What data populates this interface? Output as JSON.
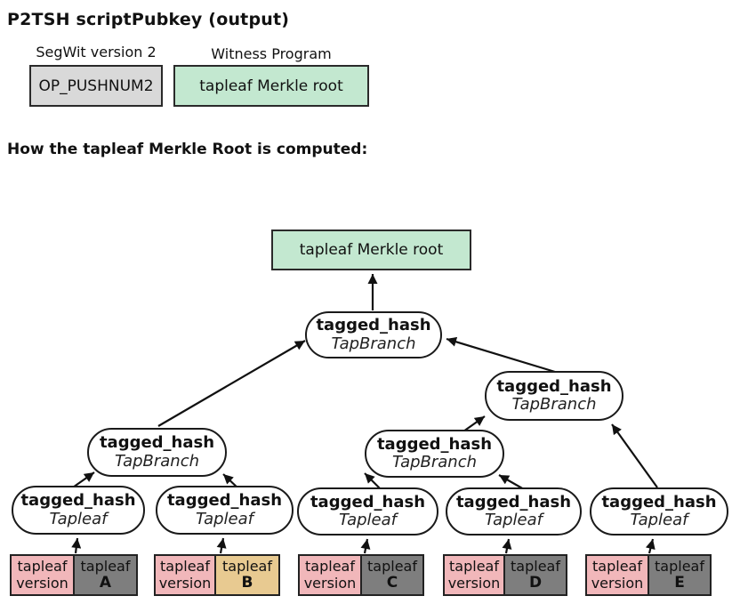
{
  "colors": {
    "outline": "#1a1a1a",
    "field_gray": "#d9d9d9",
    "merkle_green": "#c3e8d0",
    "version_pink": "#f1b7ba",
    "script_gray": "#7e7e7e",
    "script_tan": "#e8ca91"
  },
  "header": {
    "title": "P2TSH scriptPubkey (output)",
    "segwit": {
      "label": "SegWit version 2",
      "value": "OP_PUSHNUM2"
    },
    "witness": {
      "label": "Witness Program",
      "value": "tapleaf Merkle root"
    }
  },
  "section": {
    "heading": "How the tapleaf Merkle Root is computed:"
  },
  "tree": {
    "root_label": "tapleaf Merkle root",
    "branches": [
      {
        "pos": "top",
        "fn": "tagged_hash",
        "tag": "TapBranch"
      },
      {
        "pos": "left",
        "fn": "tagged_hash",
        "tag": "TapBranch"
      },
      {
        "pos": "right",
        "fn": "tagged_hash",
        "tag": "TapBranch"
      },
      {
        "pos": "mid",
        "fn": "tagged_hash",
        "tag": "TapBranch"
      }
    ],
    "tapleaves": [
      {
        "leaf": "A",
        "fn": "tagged_hash",
        "tag": "Tapleaf"
      },
      {
        "leaf": "B",
        "fn": "tagged_hash",
        "tag": "Tapleaf"
      },
      {
        "leaf": "C",
        "fn": "tagged_hash",
        "tag": "Tapleaf"
      },
      {
        "leaf": "D",
        "fn": "tagged_hash",
        "tag": "Tapleaf"
      },
      {
        "leaf": "E",
        "fn": "tagged_hash",
        "tag": "Tapleaf"
      }
    ],
    "leaf_inputs": [
      {
        "version_line1": "tapleaf",
        "version_line2": "version",
        "script_line1": "tapleaf",
        "script_id": "A",
        "variant": "gray"
      },
      {
        "version_line1": "tapleaf",
        "version_line2": "version",
        "script_line1": "tapleaf",
        "script_id": "B",
        "variant": "tan"
      },
      {
        "version_line1": "tapleaf",
        "version_line2": "version",
        "script_line1": "tapleaf",
        "script_id": "C",
        "variant": "gray"
      },
      {
        "version_line1": "tapleaf",
        "version_line2": "version",
        "script_line1": "tapleaf",
        "script_id": "D",
        "variant": "gray"
      },
      {
        "version_line1": "tapleaf",
        "version_line2": "version",
        "script_line1": "tapleaf",
        "script_id": "E",
        "variant": "gray"
      }
    ]
  }
}
